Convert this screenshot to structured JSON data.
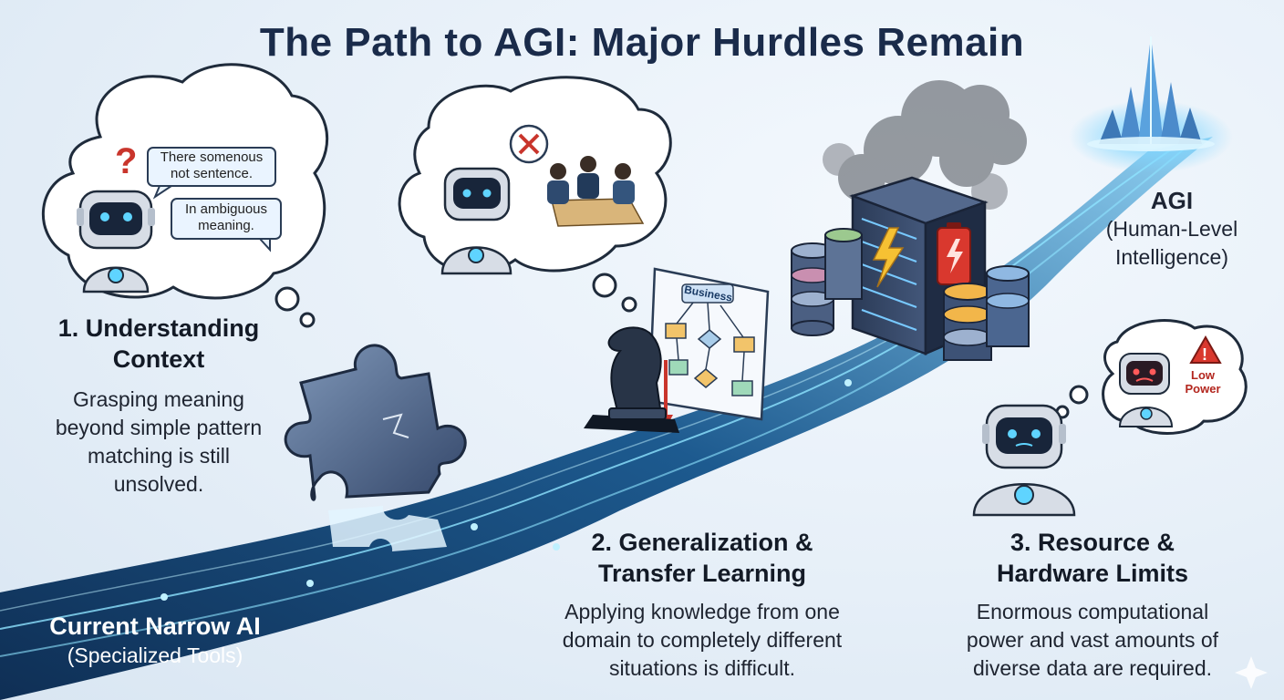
{
  "title": "The Path to AGI: Major Hurdles Remain",
  "hurdles": [
    {
      "heading_line1": "1. Understanding",
      "heading_line2": "Context",
      "desc_line1": "Grasping meaning",
      "desc_line2": "beyond simple pattern",
      "desc_line3": "matching is still",
      "desc_line4": "unsolved."
    },
    {
      "heading_line1": "2. Generalization &",
      "heading_line2": "Transfer Learning",
      "desc_line1": "Applying knowledge from one",
      "desc_line2": "domain to completely different",
      "desc_line3": "situations is difficult."
    },
    {
      "heading_line1": "3. Resource &",
      "heading_line2": "Hardware Limits",
      "desc_line1": "Enormous computational",
      "desc_line2": "power and vast amounts of",
      "desc_line3": "diverse data are required."
    }
  ],
  "start": {
    "label": "Current Narrow AI",
    "sublabel": "(Specialized Tools)"
  },
  "goal": {
    "label": "AGI",
    "sublabel_line1": "(Human-Level",
    "sublabel_line2": "Intelligence)"
  },
  "speech_bubbles": [
    {
      "line1": "There somenous",
      "line2": "not sentence."
    },
    {
      "line1": "In ambiguous",
      "line2": "meaning."
    }
  ],
  "board_sign": "Business",
  "low_power_line1": "Low",
  "low_power_line2": "Power",
  "icons": [
    "question-mark-icon",
    "puzzle-piece-icon",
    "x-mark-icon",
    "chess-knight-icon",
    "flowchart-icon",
    "server-rack-icon",
    "lightning-icon",
    "battery-icon",
    "database-icon",
    "warning-icon",
    "robot-icon",
    "city-icon"
  ]
}
